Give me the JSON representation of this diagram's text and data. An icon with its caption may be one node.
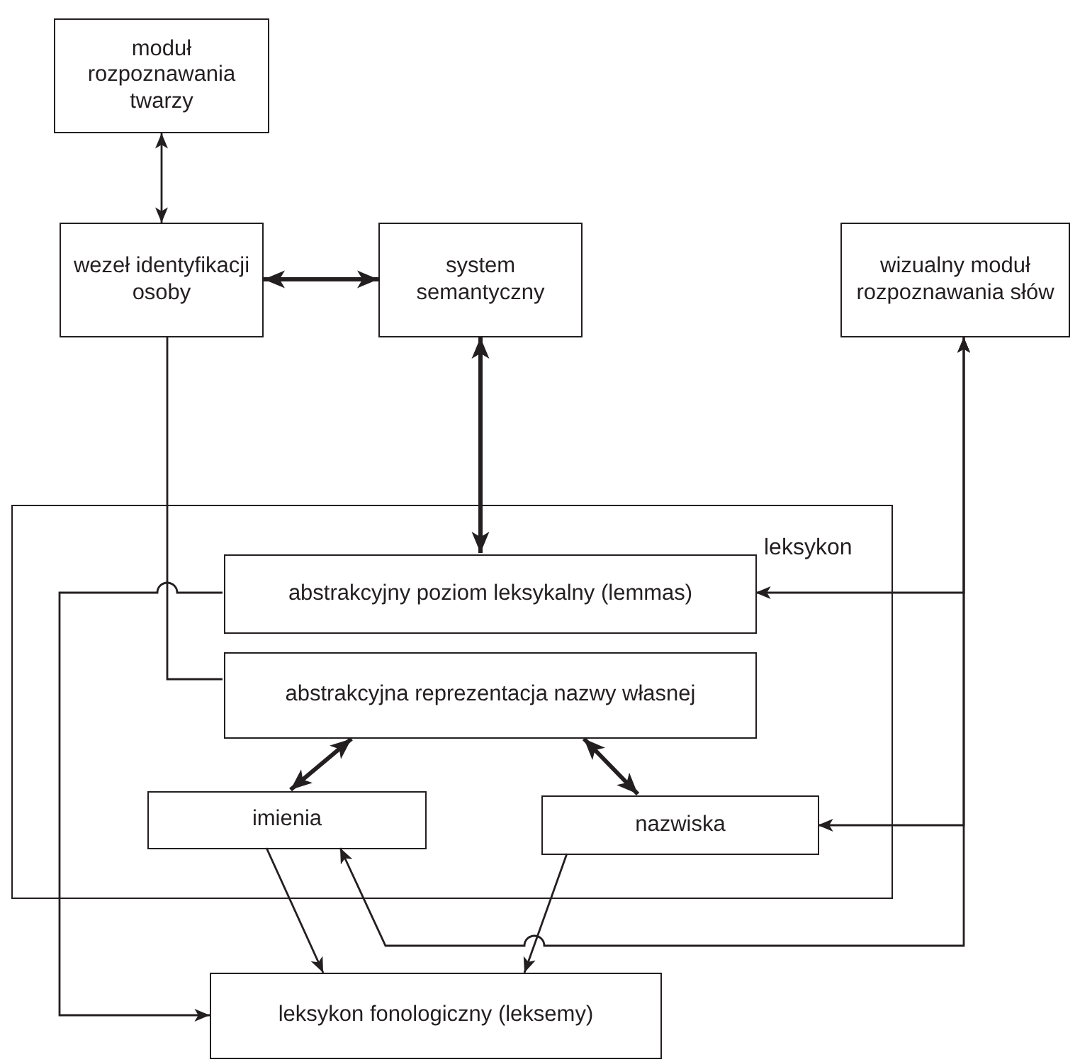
{
  "diagram": {
    "nodes": [
      {
        "text": [
          "moduł rozpoznawania twarzy"
        ]
      },
      {
        "text": [
          "wezeł identyfikacji osoby"
        ]
      },
      {
        "text": [
          "system semantyczny"
        ]
      },
      {
        "text": [
          "wizualny moduł rozpoznawania słów"
        ]
      },
      {
        "text": [
          "leksykon"
        ]
      },
      {
        "text": [
          "abstrakcyjny poziom leksykalny (lemmas)"
        ],
        "in": 4
      },
      {
        "text": [
          "abstrakcyjna reprezentacja nazwy własnej"
        ],
        "in": 4
      },
      {
        "text": [
          "imienia"
        ],
        "in": 4
      },
      {
        "text": [
          "nazwiska"
        ],
        "in": 4
      },
      {
        "text": [
          "leksykon fonologiczny (leksemy)"
        ]
      }
    ],
    "edges": [
      {
        "from": 0,
        "to": 1,
        "arrow": "both"
      },
      {
        "from": 1,
        "to": 2,
        "arrow": "both",
        "style": "thick"
      },
      {
        "from": 2,
        "to": 5,
        "arrow": "both",
        "style": "thick"
      },
      {
        "from": 1,
        "to": 6,
        "arrow": "none"
      },
      {
        "from": 5,
        "to": 9,
        "arrow": "to"
      },
      {
        "from": 6,
        "to": 7,
        "arrow": "both",
        "style": "thick"
      },
      {
        "from": 6,
        "to": 8,
        "arrow": "both",
        "style": "thick"
      },
      {
        "from": 7,
        "to": 9,
        "arrow": "to"
      },
      {
        "from": 8,
        "to": 9,
        "arrow": "to"
      },
      {
        "from": 3,
        "to": 5,
        "arrow": "both"
      },
      {
        "from": 3,
        "to": 8,
        "arrow": "both"
      },
      {
        "from": 3,
        "to": 7,
        "arrow": "both"
      }
    ]
  }
}
